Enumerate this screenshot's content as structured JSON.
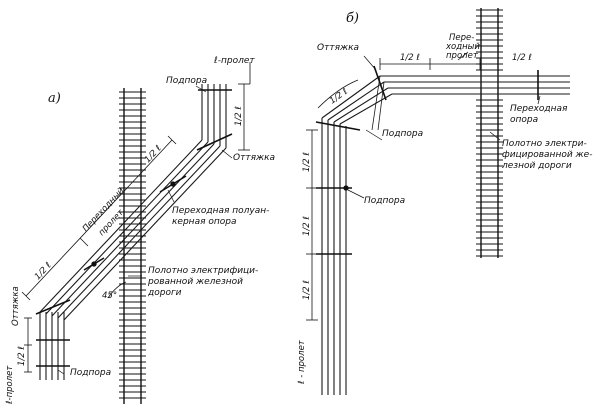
{
  "panel_a": {
    "label": "а)",
    "span_top": "ℓ-пролет",
    "half_span_top": "1/2 ℓ",
    "podpora_top": "Подпора",
    "ottyazhka_right": "Оттяжка",
    "half_span_diag": "1/2 ℓ",
    "transition_span_1": "Переходный",
    "transition_span_2": "пролет",
    "half_span_diag2": "1/2 ℓ",
    "transition_support_1": "Переходная полуан-",
    "transition_support_2": "керная опора",
    "track_1": "Полотно электрифици-",
    "track_2": "рованной железной",
    "track_3": "дороги",
    "angle": "45°",
    "ottyazhka_left": "Оттяжка",
    "half_span_left": "1/2 ℓ",
    "span_left": "ℓ-пролет",
    "podpora_bottom": "Подпора"
  },
  "panel_b": {
    "label": "б)",
    "ottyazhka": "Оттяжка",
    "half_span_top": "1/2 ℓ",
    "transition_span_1": "Пере-",
    "transition_span_2": "ходный",
    "transition_span_3": "пролет",
    "half_span_right": "1/2 ℓ",
    "half_span_corner": "1/2 ℓ",
    "podpora_corner": "Подпора",
    "transition_support_1": "Переходная",
    "transition_support_2": "опора",
    "track_1": "Полотно электри-",
    "track_2": "фицированной же-",
    "track_3": "лезной дороги",
    "half_span_v1": "1/2 ℓ",
    "half_span_v2": "1/2 ℓ",
    "podpora_mid": "Подпора",
    "half_span_v3": "1/2 ℓ",
    "span_v": "ℓ - пролет"
  }
}
